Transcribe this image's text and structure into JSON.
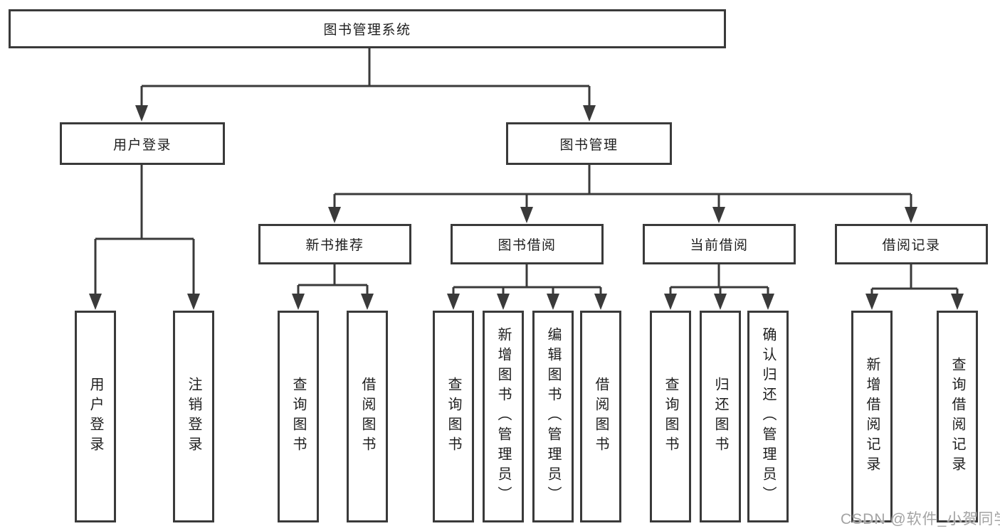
{
  "diagram": {
    "root": {
      "label": "图书管理系统"
    },
    "branches": [
      {
        "label": "用户登录",
        "children": [
          {
            "label": "用户登录"
          },
          {
            "label": "注销登录"
          }
        ]
      },
      {
        "label": "图书管理",
        "children": [
          {
            "label": "新书推荐",
            "children": [
              {
                "label": "查询图书"
              },
              {
                "label": "借阅图书"
              }
            ]
          },
          {
            "label": "图书借阅",
            "children": [
              {
                "label": "查询图书"
              },
              {
                "label": "新增图书（管理员）"
              },
              {
                "label": "编辑图书（管理员）"
              },
              {
                "label": "借阅图书"
              }
            ]
          },
          {
            "label": "当前借阅",
            "children": [
              {
                "label": "查询图书"
              },
              {
                "label": "归还图书"
              },
              {
                "label": "确认归还（管理员）"
              }
            ]
          },
          {
            "label": "借阅记录",
            "children": [
              {
                "label": "新增借阅记录"
              },
              {
                "label": "查询借阅记录"
              }
            ]
          }
        ]
      }
    ]
  },
  "watermark": {
    "text": "CSDN @软件_小贺同学"
  },
  "colors": {
    "line": "#3a3a3a",
    "box_border": "#3a3a3a",
    "box_fill": "#ffffff",
    "text": "#1e1e1e",
    "watermark": "#a3a3a3",
    "background": "#ffffff"
  }
}
